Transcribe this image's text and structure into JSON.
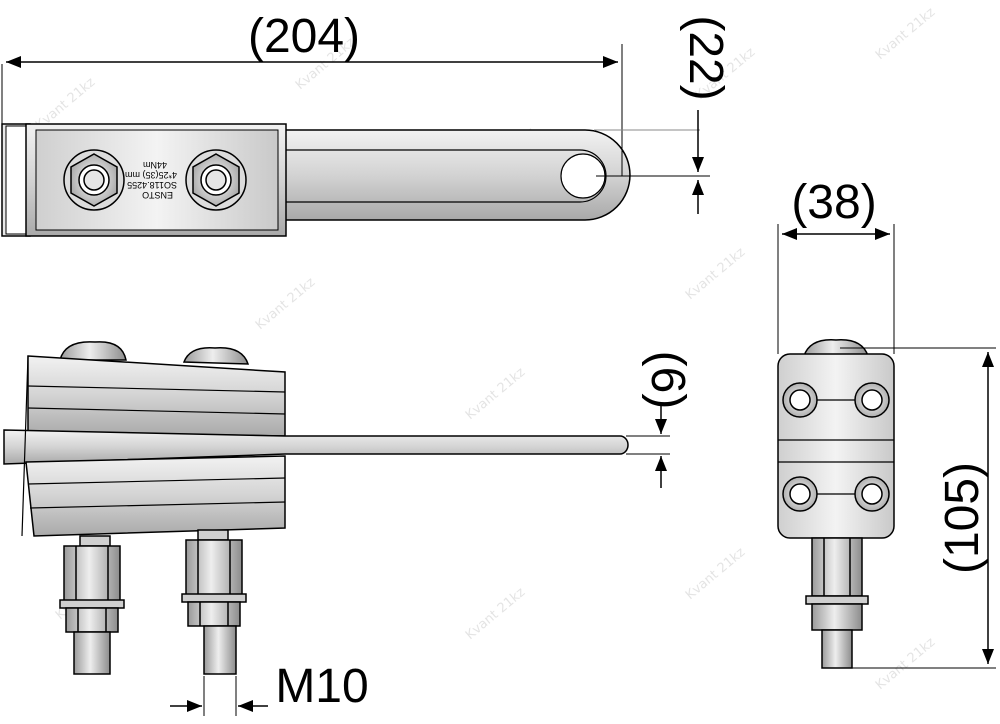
{
  "dimensions": {
    "overall_length": "(204)",
    "top_height": "(22)",
    "tongue_thickness": "(6)",
    "end_width": "(38)",
    "end_height": "(105)",
    "bolt_thread": "M10"
  },
  "clamp_marking": [
    "ENSTO",
    "SO118.4255",
    "4*25(35) mm",
    "44Nm"
  ],
  "watermark": "Kvant 21kz",
  "colors": {
    "line": "#000000",
    "body": "#d6d6d6",
    "body_dark": "#9a9a9a",
    "bolt": "#c4c4c4",
    "watermark": "#e4e4e4"
  }
}
